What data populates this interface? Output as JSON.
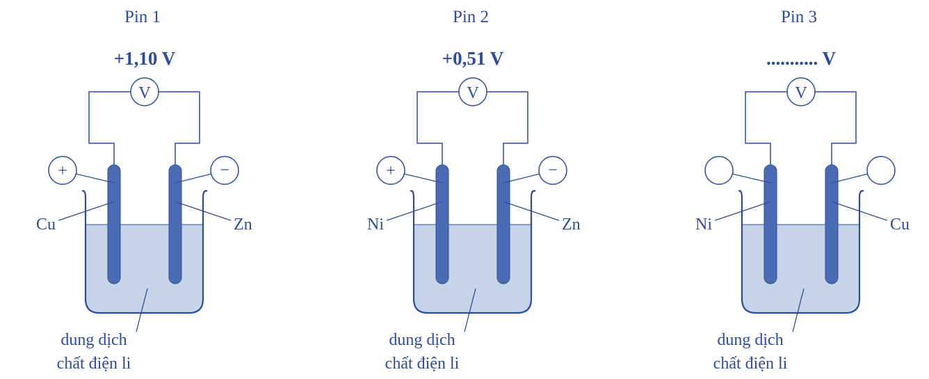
{
  "colors": {
    "ink": "#2c4c9c",
    "electrode": "#4a6cb4",
    "solution": "#c6d4e9"
  },
  "cells": [
    {
      "title": "Pin 1",
      "voltage": "+1,10 V",
      "meter": "V",
      "left_sign": "+",
      "right_sign": "−",
      "left_metal": "Cu",
      "right_metal": "Zn",
      "solution_line1": "dung dịch",
      "solution_line2": "chất điện li"
    },
    {
      "title": "Pin 2",
      "voltage": "+0,51 V",
      "meter": "V",
      "left_sign": "+",
      "right_sign": "−",
      "left_metal": "Ni",
      "right_metal": "Zn",
      "solution_line1": "dung dịch",
      "solution_line2": "chất điện li"
    },
    {
      "title": "Pin 3",
      "voltage": "........... V",
      "meter": "V",
      "left_sign": "",
      "right_sign": "",
      "left_metal": "Ni",
      "right_metal": "Cu",
      "solution_line1": "dung dịch",
      "solution_line2": "chất điện li"
    }
  ]
}
